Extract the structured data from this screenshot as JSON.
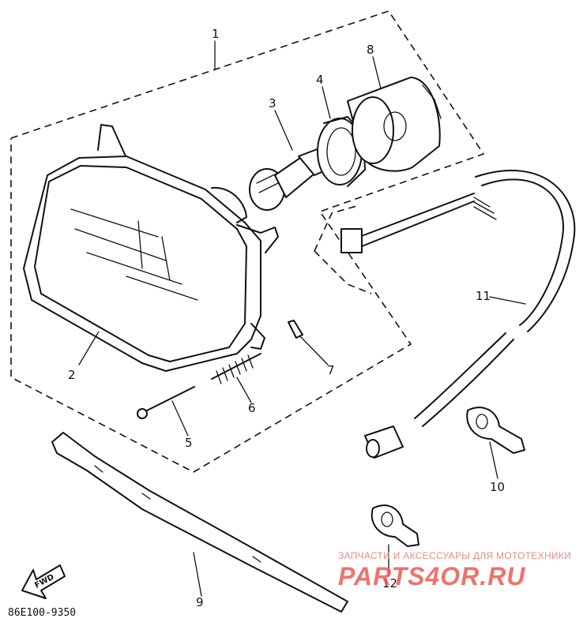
{
  "diagram_code": "86E100-9350",
  "fwd_label": "FWD",
  "callouts": {
    "c1": "1",
    "c2": "2",
    "c3": "3",
    "c4": "4",
    "c5": "5",
    "c6": "6",
    "c7": "7",
    "c8": "8",
    "c9": "9",
    "c10": "10",
    "c11": "11",
    "c12": "12"
  },
  "watermark": {
    "tagline": "ЗАПЧАСТИ И АКСЕССУАРЫ ДЛЯ МОТОТЕХНИКИ",
    "brand": "PARTS4OR.RU"
  }
}
